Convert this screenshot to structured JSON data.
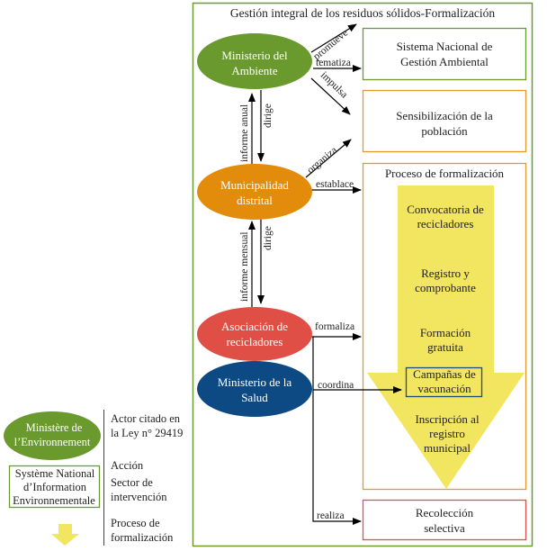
{
  "title": "Gestión integral de los residuos sólidos-Formalización",
  "colors": {
    "frame": "#6b9a2f",
    "ministerio_ambiente": "#6a9a2e",
    "municipalidad": "#e38c0c",
    "asociacion": "#e04f45",
    "ministerio_salud": "#0d4a84",
    "sector_green": "#6b9a2f",
    "sector_orange": "#e39a2a",
    "sector_red": "#d9534a",
    "process_yellow": "#f2e55f",
    "highlight_blue": "#1c4d7a"
  },
  "actors": [
    {
      "id": "ministerio-ambiente",
      "line1": "Ministerio del",
      "line2": "Ambiente"
    },
    {
      "id": "municipalidad-distrital",
      "line1": "Municipalidad",
      "line2": "distrital"
    },
    {
      "id": "asociacion-recicladores",
      "line1": "Asociación de",
      "line2": "recicladores"
    },
    {
      "id": "ministerio-salud",
      "line1": "Ministerio de la",
      "line2": "Salud"
    }
  ],
  "sectors": [
    {
      "id": "sistema-nacional",
      "line1": "Sistema Nacional de",
      "line2": "Gestión Ambiental"
    },
    {
      "id": "sensibilizacion",
      "line1": "Sensibilización de la",
      "line2": "población"
    },
    {
      "id": "recoleccion",
      "line1": "Recolección",
      "line2": "selectiva"
    }
  ],
  "process": {
    "title": "Proceso de formalización",
    "steps": [
      {
        "line1": "Convocatoria de",
        "line2": "recicladores"
      },
      {
        "line1": "Registro y",
        "line2": "comprobante"
      },
      {
        "line1": "Formación",
        "line2": "gratuita"
      },
      {
        "line1": "Campañas de",
        "line2": "vacunación"
      },
      {
        "line1": "Inscripción al",
        "line2": "registro",
        "line3": "municipal"
      }
    ]
  },
  "actions": {
    "promueve": "promueve",
    "tematiza": "tematiza",
    "impulsa": "impulsa",
    "informe_anual": "informe anual",
    "dirige_1": "dirige",
    "organiza": "organiza",
    "establace": "establace",
    "informe_mensual": "informe mensual",
    "dirige_2": "dirige",
    "formaliza": "formaliza",
    "coordina": "coordina",
    "realiza": "realiza"
  },
  "legend": {
    "actor_example_line1": "Ministère de",
    "actor_example_line2": "l’Environnement",
    "actor_desc_line1": "Actor citado en",
    "actor_desc_line2": "la Ley n° 29419",
    "action_desc": "Acción",
    "sector_example_line1": "Système National",
    "sector_example_line2": "d’Information",
    "sector_example_line3": "Environnementale",
    "sector_desc_line1": "Sector de",
    "sector_desc_line2": "intervención",
    "process_desc_line1": "Proceso de",
    "process_desc_line2": "formalización"
  }
}
